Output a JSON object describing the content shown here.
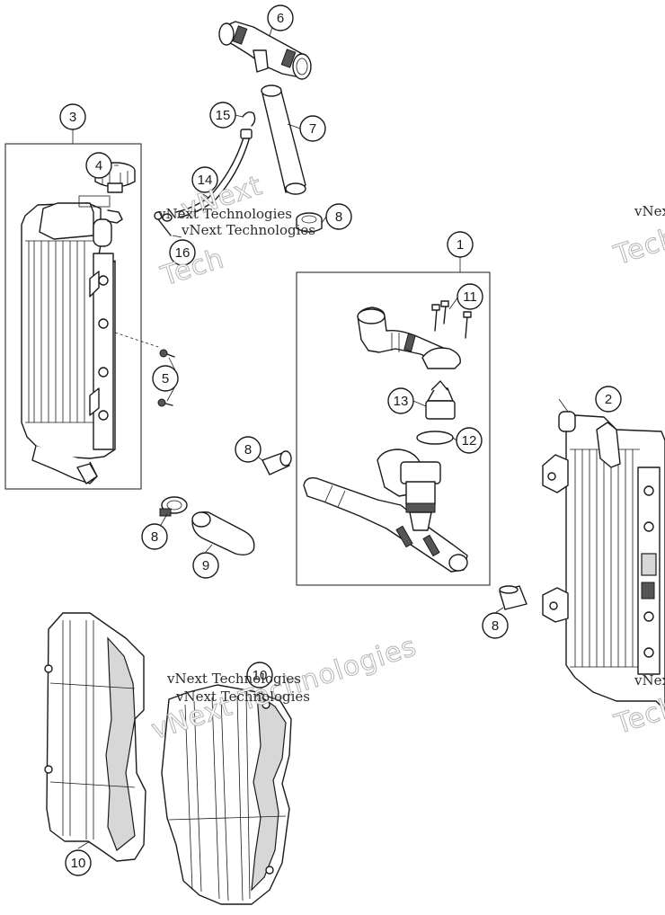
{
  "callouts": [
    "1",
    "2",
    "3",
    "4",
    "5",
    "6",
    "7",
    "8",
    "8",
    "8",
    "8",
    "9",
    "10",
    "10",
    "11",
    "12",
    "13",
    "14",
    "15",
    "16"
  ],
  "watermarks": [
    "vNext Technologies",
    "vNext Technologies",
    "vNext Technologies",
    "vNext Technologies",
    "vNext Technologies",
    "vNext Technologies"
  ],
  "watermark_partial": [
    "vNext",
    "Tech",
    "Tech",
    "Tech",
    "vNex"
  ]
}
